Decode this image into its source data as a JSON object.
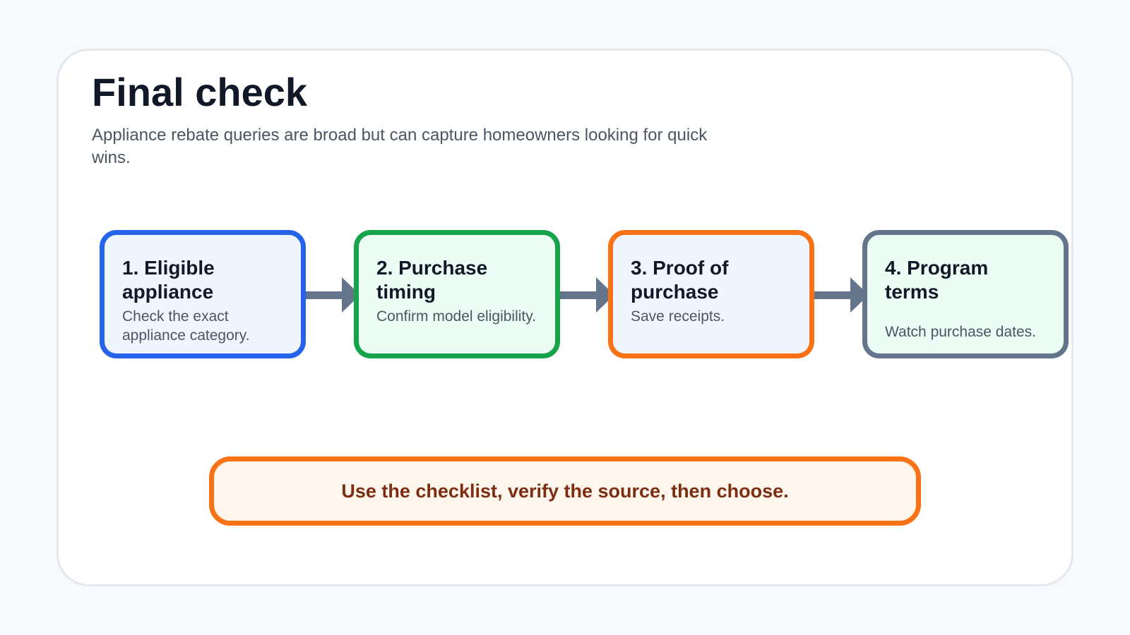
{
  "header": {
    "title": "Final check",
    "subtitle": "Appliance rebate queries are broad but can capture homeowners looking for quick wins."
  },
  "steps": [
    {
      "title": "1. Eligible appliance",
      "description": "Check the exact appliance category."
    },
    {
      "title": "2. Purchase timing",
      "description": "Confirm model eligibility."
    },
    {
      "title": "3. Proof of purchase",
      "description": "Save receipts."
    },
    {
      "title": "4. Program terms",
      "description": "Watch purchase dates."
    }
  ],
  "callout": {
    "text": "Use the checklist, verify the source, then choose."
  },
  "colors": {
    "step_1_border": "#2563eb",
    "step_2_border": "#16a34a",
    "step_3_border": "#f97316",
    "step_4_border": "#64748b",
    "arrow": "#64748b",
    "callout_border": "#f97316",
    "callout_text": "#7c2d12"
  }
}
